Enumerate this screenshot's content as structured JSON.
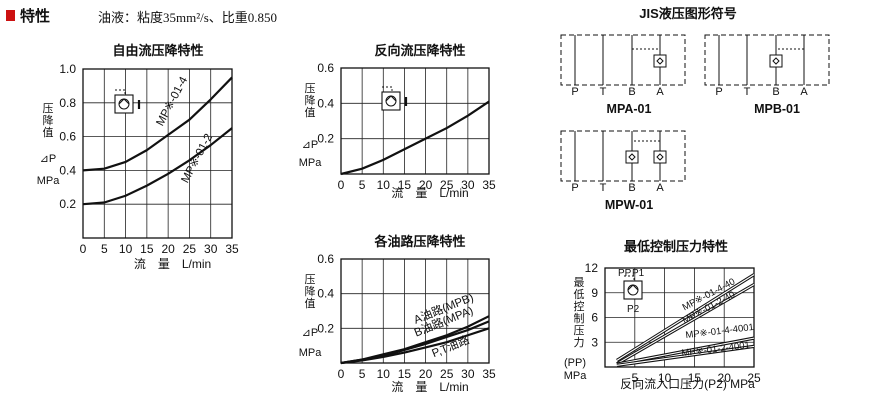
{
  "header": {
    "marker_color": "#cc1111",
    "title": "特性",
    "oil_info": "油液：粘度35mm²/s、比重0.850"
  },
  "chart_data": [
    {
      "type": "line",
      "title": "自由流压降特性",
      "ylabel_chars": [
        "压",
        "降",
        "值"
      ],
      "ylabel_symbol": "⊿P",
      "yunit": "MPa",
      "xlabel": "流　量　L/min",
      "xlim": [
        0,
        35
      ],
      "ylim": [
        0,
        1.0
      ],
      "xticks": [
        0,
        5,
        10,
        15,
        20,
        25,
        30,
        35
      ],
      "yticks": [
        0.2,
        0.4,
        0.6,
        0.8,
        1.0
      ],
      "ytick_labels": [
        "0.2",
        "0.4",
        "0.6",
        "0.8",
        "1.0"
      ],
      "grid": true,
      "series": [
        {
          "name": "MP※-01-4",
          "x": [
            0,
            5,
            10,
            15,
            20,
            25,
            30,
            35
          ],
          "y": [
            0.4,
            0.41,
            0.45,
            0.52,
            0.61,
            0.7,
            0.82,
            0.95
          ]
        },
        {
          "name": "MP※-01-2",
          "x": [
            0,
            5,
            10,
            15,
            20,
            25,
            30,
            35
          ],
          "y": [
            0.2,
            0.21,
            0.25,
            0.31,
            0.38,
            0.46,
            0.55,
            0.65
          ]
        }
      ]
    },
    {
      "type": "line",
      "title": "反向流压降特性",
      "ylabel_chars": [
        "压",
        "降",
        "值"
      ],
      "ylabel_symbol": "⊿P",
      "yunit": "MPa",
      "xlabel": "流　量　L/min",
      "xlim": [
        0,
        35
      ],
      "ylim": [
        0,
        0.6
      ],
      "xticks": [
        0,
        5,
        10,
        15,
        20,
        25,
        30,
        35
      ],
      "yticks": [
        0.2,
        0.4,
        0.6
      ],
      "ytick_labels": [
        "0.2",
        "0.4",
        "0.6"
      ],
      "grid": true,
      "series": [
        {
          "name": "",
          "x": [
            0,
            5,
            10,
            15,
            20,
            25,
            30,
            35
          ],
          "y": [
            0.0,
            0.03,
            0.08,
            0.14,
            0.2,
            0.26,
            0.33,
            0.41
          ]
        }
      ]
    },
    {
      "type": "line",
      "title": "各油路压降特性",
      "ylabel_chars": [
        "压",
        "降",
        "值"
      ],
      "ylabel_symbol": "⊿P",
      "yunit": "MPa",
      "xlabel": "流　量　L/min",
      "xlim": [
        0,
        35
      ],
      "ylim": [
        0,
        0.6
      ],
      "xticks": [
        0,
        5,
        10,
        15,
        20,
        25,
        30,
        35
      ],
      "yticks": [
        0.2,
        0.4,
        0.6
      ],
      "ytick_labels": [
        "0.2",
        "0.4",
        "0.6"
      ],
      "grid": true,
      "series": [
        {
          "name": "A油路(MPB)",
          "x": [
            0,
            5,
            10,
            15,
            20,
            25,
            30,
            35
          ],
          "y": [
            0.0,
            0.02,
            0.05,
            0.08,
            0.12,
            0.16,
            0.21,
            0.27
          ]
        },
        {
          "name": "B油路(MPA)",
          "x": [
            0,
            5,
            10,
            15,
            20,
            25,
            30,
            35
          ],
          "y": [
            0.0,
            0.02,
            0.04,
            0.075,
            0.11,
            0.15,
            0.19,
            0.24
          ]
        },
        {
          "name": "P,T油路",
          "x": [
            0,
            5,
            10,
            15,
            20,
            25,
            30,
            35
          ],
          "y": [
            0.0,
            0.015,
            0.035,
            0.06,
            0.09,
            0.12,
            0.16,
            0.2
          ]
        }
      ]
    },
    {
      "type": "line",
      "title": "最低控制压力特性",
      "ylabel_chars": [
        "最",
        "低",
        "控",
        "制",
        "压",
        "力"
      ],
      "ylabel_symbol": "(PP)",
      "yunit": "MPa",
      "xlabel": "反向流入口压力(P2) MPa",
      "xlim": [
        0,
        25
      ],
      "ylim": [
        0,
        12
      ],
      "xticks": [
        5,
        10,
        15,
        20,
        25
      ],
      "yticks": [
        3,
        6,
        9,
        12
      ],
      "ytick_labels": [
        "3",
        "6",
        "9",
        "12"
      ],
      "grid": true,
      "series": [
        {
          "name": "MP※-01-4-40",
          "x": [
            2,
            25
          ],
          "y": [
            0.8,
            11.2
          ]
        },
        {
          "name": "MP※-01-2-40",
          "x": [
            2,
            25
          ],
          "y": [
            0.4,
            10.0
          ]
        },
        {
          "name": "MP※-01-4-4001",
          "x": [
            2,
            25
          ],
          "y": [
            0.35,
            3.5
          ]
        },
        {
          "name": "MP※-01-2-4001",
          "x": [
            2,
            25
          ],
          "y": [
            0.2,
            2.5
          ]
        }
      ]
    }
  ],
  "symbols": {
    "title": "JIS液压图形符号",
    "ports": [
      "P",
      "T",
      "B",
      "A"
    ],
    "panels": [
      {
        "label": "MPA-01",
        "checks": [
          "A"
        ]
      },
      {
        "label": "MPB-01",
        "checks": [
          "B"
        ]
      },
      {
        "label": "MPW-01",
        "checks": [
          "B",
          "A"
        ]
      }
    ],
    "inset_labels": {
      "pp": "PP",
      "p1": "P1",
      "p2": "P2"
    }
  }
}
